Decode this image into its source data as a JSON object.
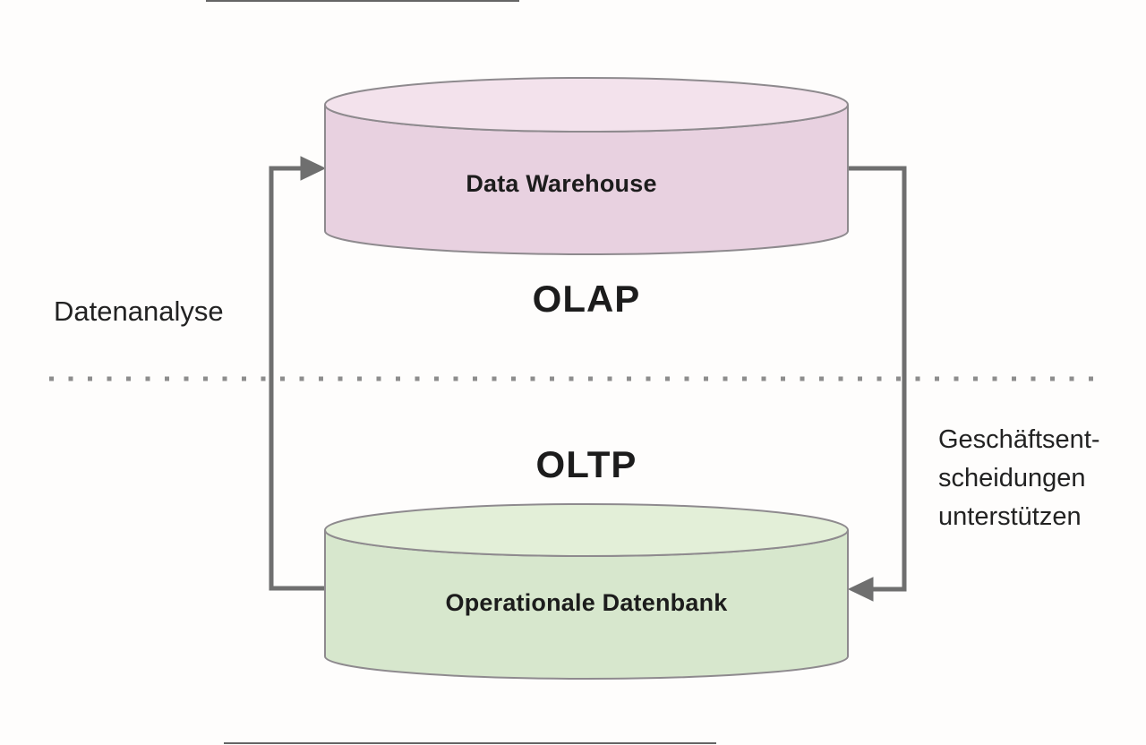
{
  "diagram": {
    "upper": {
      "cylinder_label": "Data Warehouse",
      "process_label": "OLAP",
      "side_label": "Datenanalyse"
    },
    "lower": {
      "cylinder_label": "Operationale Datenbank",
      "process_label": "OLTP",
      "side_label_lines": {
        "0": "Geschäftsent-",
        "1": "scheidungen",
        "2": "unterstützen"
      }
    },
    "colors": {
      "warehouse_fill": "#e8d1e0",
      "warehouse_top_fill": "#f3e2ec",
      "database_fill": "#d7e7cd",
      "database_top_fill": "#e3efd8",
      "outline": "#8e8a8e",
      "connector": "#6f6f6f",
      "divider_dot": "#8d8d8d",
      "text": "#1c1c1c"
    }
  }
}
